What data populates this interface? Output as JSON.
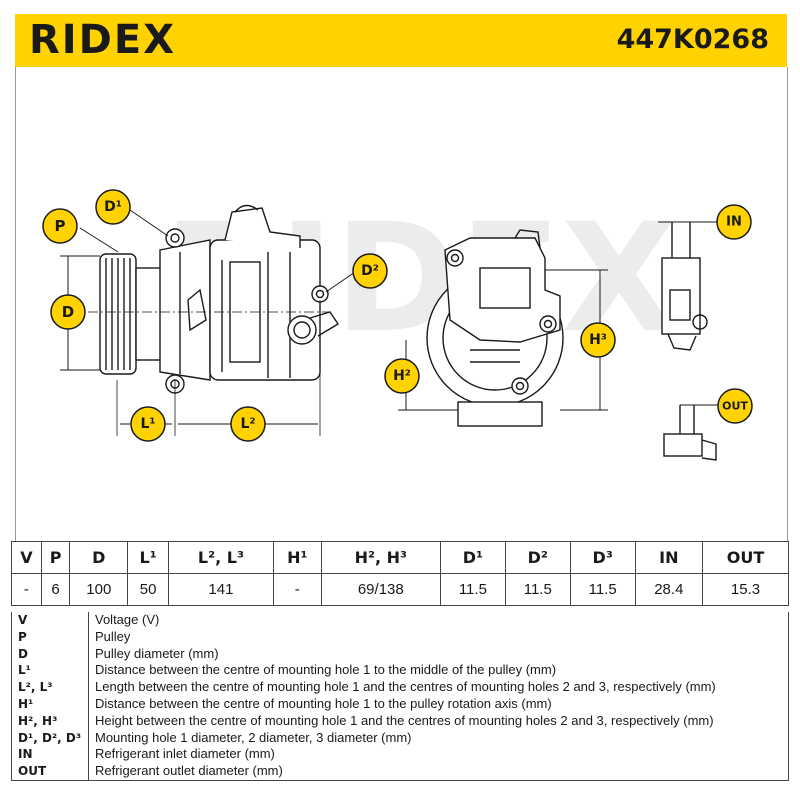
{
  "brand": {
    "name": "RIDEX",
    "part_number": "447K0268"
  },
  "callouts": {
    "p": "P",
    "d": "D",
    "d1": "D¹",
    "d2": "D²",
    "l1": "L¹",
    "l2": "L²",
    "h2": "H²",
    "h3": "H³",
    "in": "IN",
    "out": "OUT"
  },
  "specs": {
    "headers": [
      "V",
      "P",
      "D",
      "L¹",
      "L², L³",
      "H¹",
      "H², H³",
      "D¹",
      "D²",
      "D³",
      "IN",
      "OUT"
    ],
    "values": [
      "-",
      "6",
      "100",
      "50",
      "141",
      "-",
      "69/138",
      "11.5",
      "11.5",
      "11.5",
      "28.4",
      "15.3"
    ]
  },
  "legend": [
    {
      "key": "V",
      "desc": "Voltage (V)"
    },
    {
      "key": "P",
      "desc": "Pulley"
    },
    {
      "key": "D",
      "desc": "Pulley diameter (mm)"
    },
    {
      "key": "L¹",
      "desc": "Distance between the centre of mounting hole 1 to the middle of the pulley (mm)"
    },
    {
      "key": "L², L³",
      "desc": "Length between the centre of mounting hole 1 and the centres of mounting holes 2 and 3, respectively (mm)"
    },
    {
      "key": "H¹",
      "desc": "Distance between the centre of mounting hole 1 to the pulley rotation axis (mm)"
    },
    {
      "key": "H², H³",
      "desc": "Height between the centre of mounting hole 1 and the centres of mounting holes 2 and 3, respectively (mm)"
    },
    {
      "key": "D¹, D², D³",
      "desc": "Mounting hole 1 diameter, 2 diameter, 3 diameter (mm)"
    },
    {
      "key": "IN",
      "desc": "Refrigerant inlet diameter (mm)"
    },
    {
      "key": "OUT",
      "desc": "Refrigerant outlet diameter (mm)"
    }
  ],
  "colors": {
    "accent": "#ffd200",
    "ink": "#1a1a1a",
    "watermark": "#e6e6e6"
  }
}
